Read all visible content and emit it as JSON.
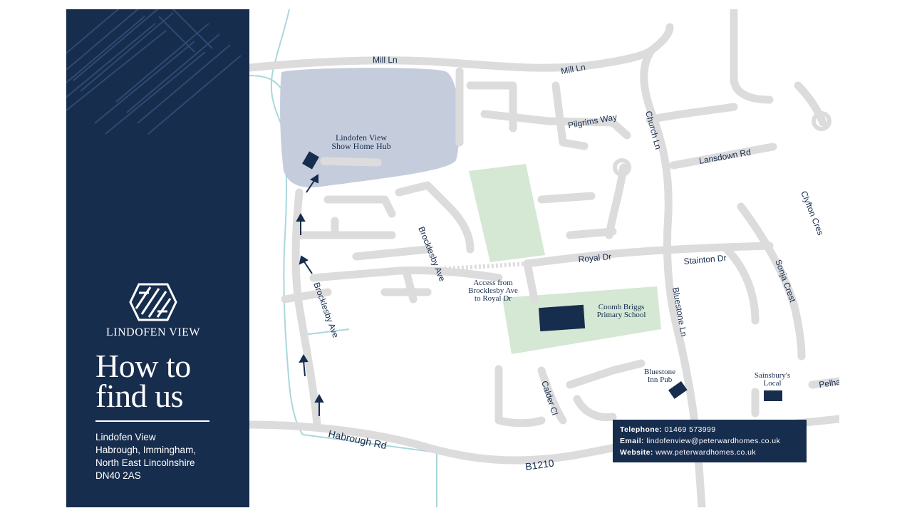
{
  "brand": {
    "name": "LINDOFEN VIEW",
    "headline_line1": "How to",
    "headline_line2": "find us",
    "address": [
      "Lindofen View",
      "Habrough, Immingham,",
      "North East Lincolnshire",
      "DN40 2AS"
    ]
  },
  "contact": {
    "telephone_label": "Telephone:",
    "telephone_value": "01469 573999",
    "email_label": "Email:",
    "email_value": "lindofenview@peterwardhomes.co.uk",
    "website_label": "Website:",
    "website_value": "www.peterwardhomes.co.uk"
  },
  "roads": {
    "mill_ln_west": "Mill Ln",
    "mill_ln_east": "Mill Ln",
    "pilgrims_way": "Pilgrims Way",
    "church_ln": "Church Ln",
    "lansdown_rd": "Lansdown Rd",
    "clyfton_cres": "Clyfton Cres",
    "brocklesby_ave_north": "Brocklesby Ave",
    "brocklesby_ave_west": "Brocklesby Ave",
    "royal_dr": "Royal Dr",
    "stainton_dr": "Stainton Dr",
    "sonja_crest": "Sonja Crest",
    "bluestone_ln": "Bluestone Ln",
    "calder_cl": "Calder Cl",
    "habrough_rd": "Habrough Rd",
    "b1210": "B1210",
    "pelham": "Pelha"
  },
  "places": {
    "show_home_line1": "Lindofen View",
    "show_home_line2": "Show Home Hub",
    "access_line1": "Access from",
    "access_line2": "Brocklesby Ave",
    "access_line3": "to Royal Dr",
    "school_line1": "Coomb Briggs",
    "school_line2": "Primary School",
    "pub_line1": "Bluestone",
    "pub_line2": "Inn Pub",
    "sainsburys_line1": "Sainsbury's",
    "sainsburys_line2": "Local"
  },
  "colors": {
    "navy": "#172d4e",
    "road": "#dcdcdc",
    "development": "#c5cddd",
    "park": "#d4e8d3",
    "water": "#a9d8dc"
  }
}
